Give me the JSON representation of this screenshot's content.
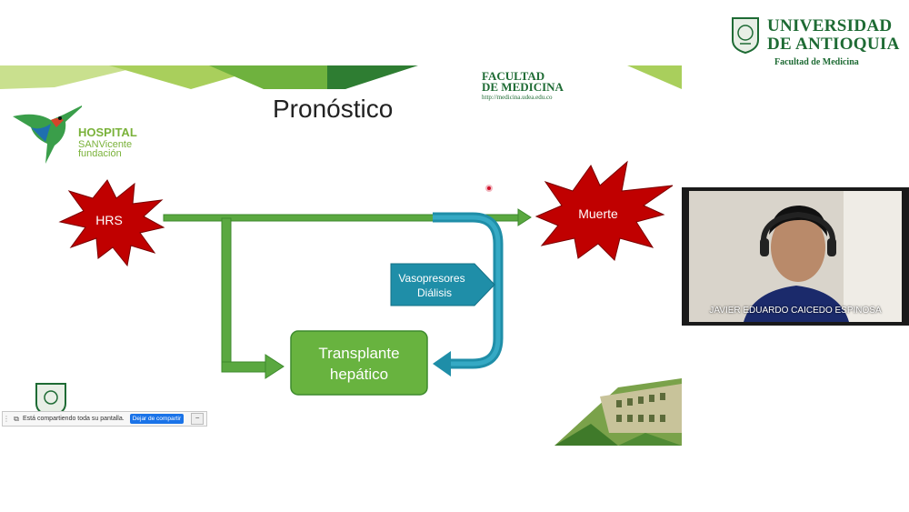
{
  "header": {
    "university_line1": "UNIVERSIDAD",
    "university_line2": "DE ANTIOQUIA",
    "university_sub": "Facultad de Medicina"
  },
  "slide": {
    "title": "Pronóstico",
    "hospital_name": "HOSPITAL",
    "hospital_sub1": "SANVicente",
    "hospital_sub2": "fundación",
    "facultad_line1": "FACULTAD",
    "facultad_line2": "DE MEDICINA",
    "facultad_url": "http://medicina.udea.edu.co",
    "diagram": {
      "hrs": "HRS",
      "muerte": "Muerte",
      "vaso_line1": "Vasopresores",
      "vaso_line2": "Diálisis",
      "trans_line1": "Transplante",
      "trans_line2": "hepático"
    },
    "colors": {
      "green_dark": "#2e8b3a",
      "green_arrow": "#5aa840",
      "green_box": "#68b33f",
      "teal": "#1f8ea8",
      "red_star": "#c00000"
    }
  },
  "share_bar": {
    "text": "Está compartiendo toda su pantalla.",
    "stop_label": "Dejar de compartir",
    "hide_label": "–"
  },
  "video": {
    "participant_name": "JAVIER EDUARDO CAICEDO ESPINOSA"
  }
}
